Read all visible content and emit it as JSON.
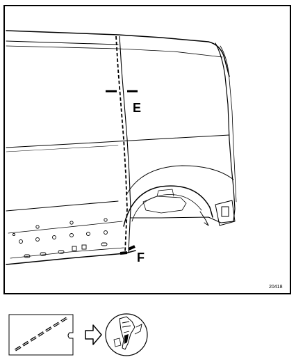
{
  "figure": {
    "labels": {
      "cut_e": "E",
      "cut_f": "F"
    },
    "reference_number": "20418"
  },
  "legend": {
    "icons": {
      "dashed_line_panel": "dashed-line-icon",
      "arrow": "arrow-right-icon",
      "tool": "cutting-tool-icon"
    }
  }
}
